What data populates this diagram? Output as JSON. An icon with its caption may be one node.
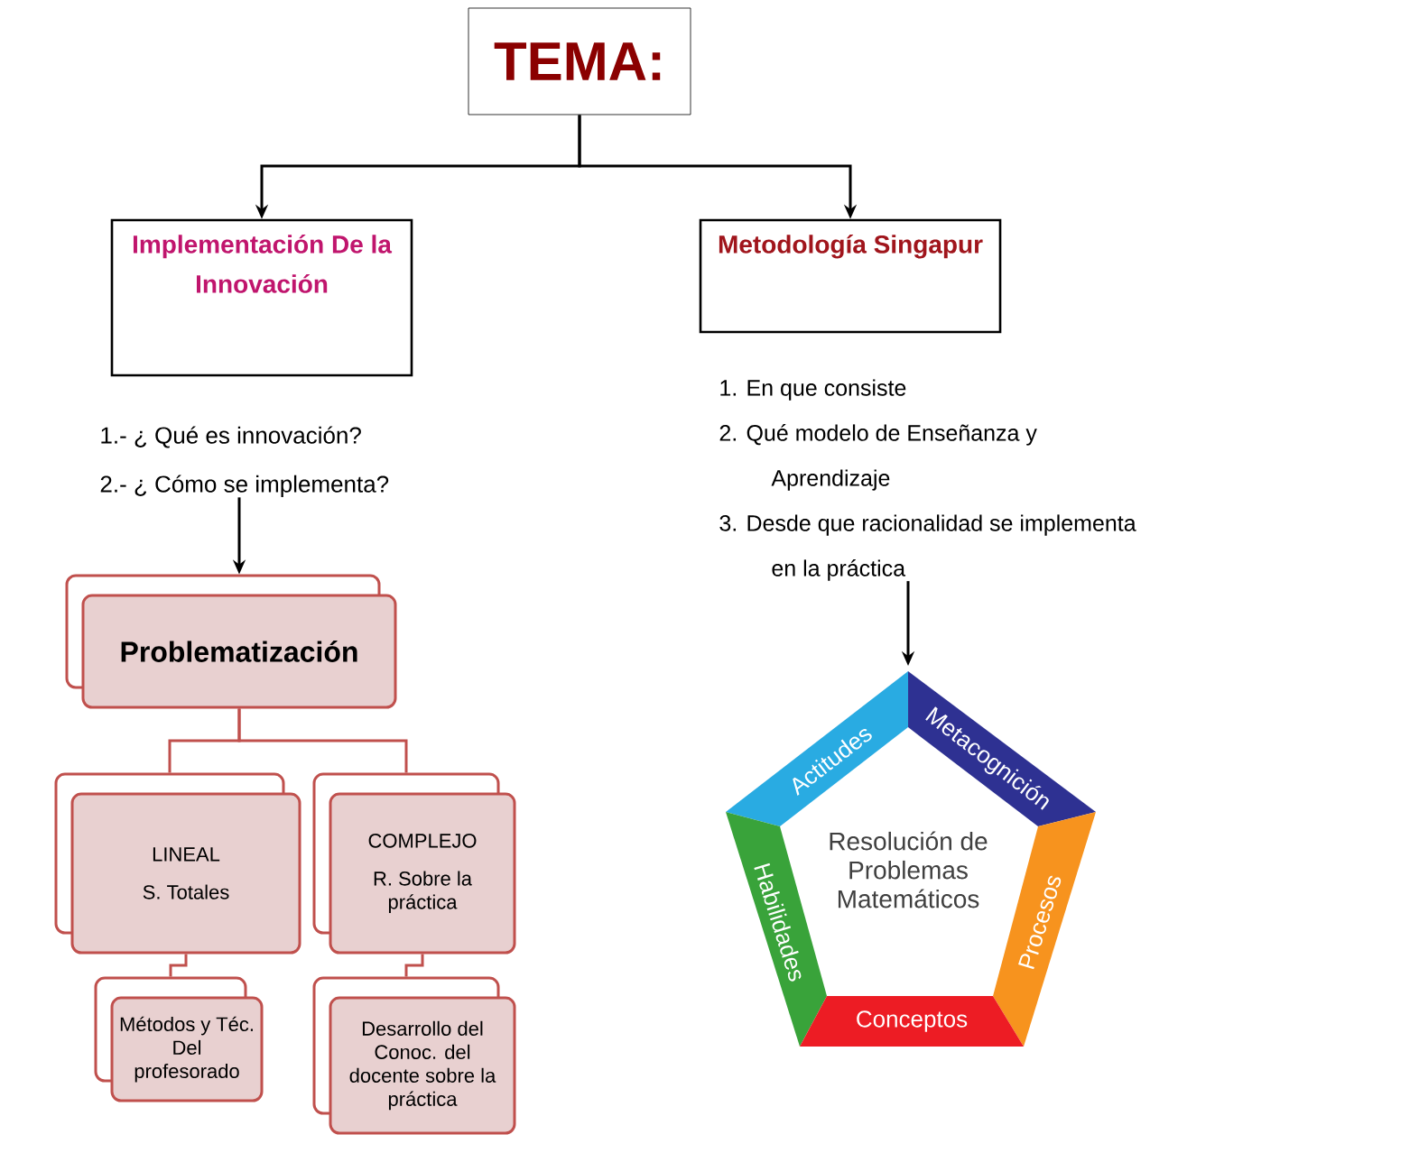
{
  "diagram": {
    "nodes": [
      {
        "text": [
          "TEMA:"
        ]
      },
      {
        "text": [
          "Implementación De la Innovación"
        ]
      },
      {
        "text": [
          "Metodología Singapur"
        ]
      },
      {
        "text": [
          "1.- ¿ Qué es innovación?",
          "2.- ¿ Cómo se implementa?"
        ]
      },
      {
        "text": [
          "1. En que consiste",
          "2. Qué modelo de Enseñanza y Aprendizaje",
          "3. Desde que racionalidad se implementa en la práctica"
        ]
      },
      {
        "text": [
          "Problematización"
        ]
      },
      {
        "text": [
          "LINEAL",
          "S. Totales"
        ]
      },
      {
        "text": [
          "COMPLEJO",
          "R. Sobre la práctica"
        ]
      },
      {
        "text": [
          "Métodos y Téc. Del profesorado"
        ]
      },
      {
        "text": [
          "Desarrollo del Conoc. del docente sobre la práctica"
        ]
      },
      {
        "text": [
          "Actitudes",
          "Metacognición",
          "Resolución de Problemas Matemáticos",
          "Habilidades",
          "Procesos",
          "Conceptos"
        ]
      }
    ],
    "edges": [
      {
        "from": 0,
        "to": 1,
        "arrow": "to"
      },
      {
        "from": 0,
        "to": 2,
        "arrow": "to"
      },
      {
        "from": 3,
        "to": 5,
        "arrow": "to"
      },
      {
        "from": 4,
        "to": 10,
        "arrow": "to"
      },
      {
        "from": 5,
        "to": 6,
        "arrow": "none",
        "color": "#c0504d"
      },
      {
        "from": 5,
        "to": 7,
        "arrow": "none",
        "color": "#c0504d"
      },
      {
        "from": 6,
        "to": 8,
        "arrow": "none",
        "color": "#c0504d"
      },
      {
        "from": 7,
        "to": 9,
        "arrow": "none",
        "color": "#c0504d"
      }
    ]
  }
}
